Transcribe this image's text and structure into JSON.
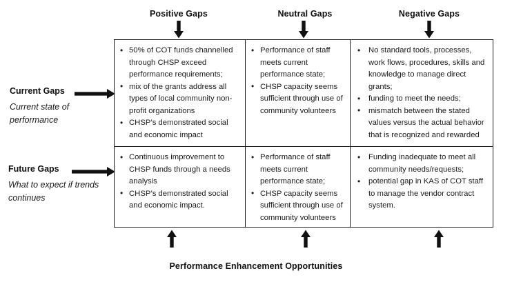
{
  "headers": {
    "positive": "Positive Gaps",
    "neutral": "Neutral Gaps",
    "negative": "Negative Gaps"
  },
  "row_labels": [
    {
      "title": "Current Gaps",
      "subtitle": "Current state of performance"
    },
    {
      "title": "Future Gaps",
      "subtitle": "What to expect if trends continues"
    }
  ],
  "matrix": {
    "current": {
      "positive": [
        "50% of COT funds channelled through CHSP exceed performance requirements;",
        "mix of the grants address all types of local community non-profit organizations",
        "CHSP’s demonstrated social and economic impact"
      ],
      "neutral": [
        "Performance of staff meets current performance state;",
        "CHSP capacity seems sufficient through use of community volunteers"
      ],
      "negative": [
        "No standard tools, processes, work flows, procedures, skills and knowledge to manage direct grants;",
        "funding to meet the needs;",
        "mismatch between the stated values versus the actual behavior that is recognized and rewarded"
      ]
    },
    "future": {
      "positive": [
        "Continuous improvement to CHSP funds through a needs analysis",
        "CHSP’s demonstrated social and economic impact."
      ],
      "neutral": [
        "Performance of staff meets current performance state;",
        "CHSP capacity seems sufficient through use of community volunteers"
      ],
      "negative": [
        "Funding inadequate to meet all community needs/requests;",
        "potential gap in KAS of COT staff to manage the vendor contract system."
      ]
    }
  },
  "bottom_caption": "Performance Enhancement Opportunities",
  "colors": {
    "border": "#1c1c1c",
    "text": "#1a1a1a",
    "heading": "#111111",
    "background": "#ffffff"
  },
  "icons": {
    "arrow_down": "arrow-down-icon",
    "arrow_up": "arrow-up-icon",
    "arrow_right": "arrow-right-icon"
  }
}
